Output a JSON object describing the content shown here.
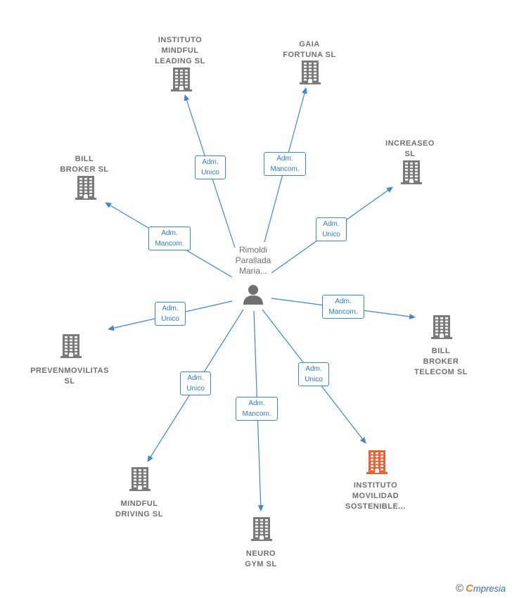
{
  "person": {
    "lines": [
      "Rimoldi",
      "Parallada",
      "Maria..."
    ]
  },
  "companies": [
    {
      "id": "instituto-mindful",
      "lines": [
        "INSTITUTO",
        "MINDFUL",
        "LEADING  SL"
      ],
      "highlight": false
    },
    {
      "id": "gaia-fortuna",
      "lines": [
        "GAIA",
        "FORTUNA  SL"
      ],
      "highlight": false
    },
    {
      "id": "increaseo",
      "lines": [
        "INCREASEO",
        "SL"
      ],
      "highlight": false
    },
    {
      "id": "bill-broker",
      "lines": [
        "BILL",
        "BROKER  SL"
      ],
      "highlight": false
    },
    {
      "id": "bill-broker-telecom",
      "lines": [
        "BILL",
        "BROKER",
        "TELECOM  SL"
      ],
      "highlight": false
    },
    {
      "id": "prevenmovilitas",
      "lines": [
        "PREVENMOVILITAS",
        "SL"
      ],
      "highlight": false
    },
    {
      "id": "mindful-driving",
      "lines": [
        "MINDFUL",
        "DRIVING  SL"
      ],
      "highlight": false
    },
    {
      "id": "neuro-gym",
      "lines": [
        "NEURO",
        "GYM  SL"
      ],
      "highlight": false
    },
    {
      "id": "instituto-movilidad",
      "lines": [
        "INSTITUTO",
        "MOVILIDAD",
        "SOSTENIBLE..."
      ],
      "highlight": true
    }
  ],
  "edges": [
    {
      "to": "instituto-mindful",
      "lines": [
        "Adm.",
        "Unico"
      ]
    },
    {
      "to": "gaia-fortuna",
      "lines": [
        "Adm.",
        "Mancom."
      ]
    },
    {
      "to": "increaseo",
      "lines": [
        "Adm.",
        "Unico"
      ]
    },
    {
      "to": "bill-broker",
      "lines": [
        "Adm.",
        "Mancom."
      ]
    },
    {
      "to": "bill-broker-telecom",
      "lines": [
        "Adm.",
        "Mancom."
      ]
    },
    {
      "to": "prevenmovilitas",
      "lines": [
        "Adm.",
        "Unico"
      ]
    },
    {
      "to": "mindful-driving",
      "lines": [
        "Adm.",
        "Unico"
      ]
    },
    {
      "to": "neuro-gym",
      "lines": [
        "Adm.",
        "Mancom."
      ]
    },
    {
      "to": "instituto-movilidad",
      "lines": [
        "Adm.",
        "Unico"
      ]
    }
  ],
  "colors": {
    "edge": "#3d86d4",
    "building": "#7a7a7a",
    "building_highlight": "#f0602e",
    "person": "#6f6f6f"
  },
  "icons": {
    "person": "person-icon",
    "building": "building-icon"
  },
  "footer": {
    "copyright": "©",
    "brand_first": "C",
    "brand_rest": "mpresia"
  }
}
